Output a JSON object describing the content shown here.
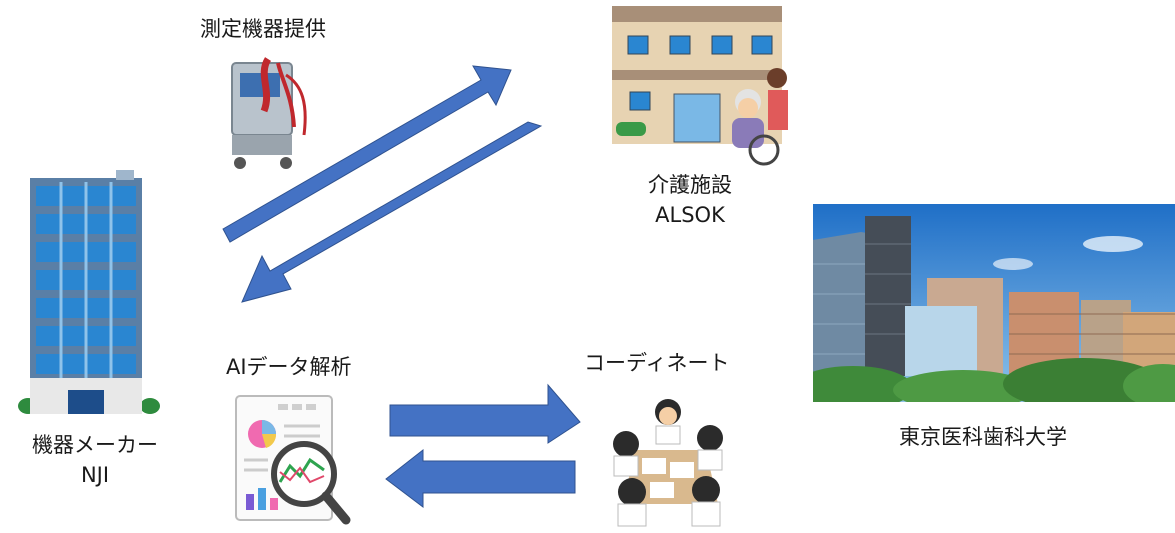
{
  "labels": {
    "equipment_provision": "測定機器提供",
    "care_facility_line1": "介護施設",
    "care_facility_line2": "ALSOK",
    "ai_analysis": "AIデータ解析",
    "coordinate": "コーディネート",
    "manufacturer_line1": "機器メーカー",
    "manufacturer_line2": "NJI",
    "university": "東京医科歯科大学"
  },
  "colors": {
    "arrow_fill": "#4472C4",
    "arrow_stroke": "#2F528F"
  },
  "icons": {
    "manufacturer": "office-building-icon",
    "device": "measurement-device-icon",
    "facility": "care-facility-wheelchair-icon",
    "analysis": "data-analysis-magnifier-icon",
    "meeting": "coordination-meeting-icon",
    "university": "university-campus-photo"
  }
}
